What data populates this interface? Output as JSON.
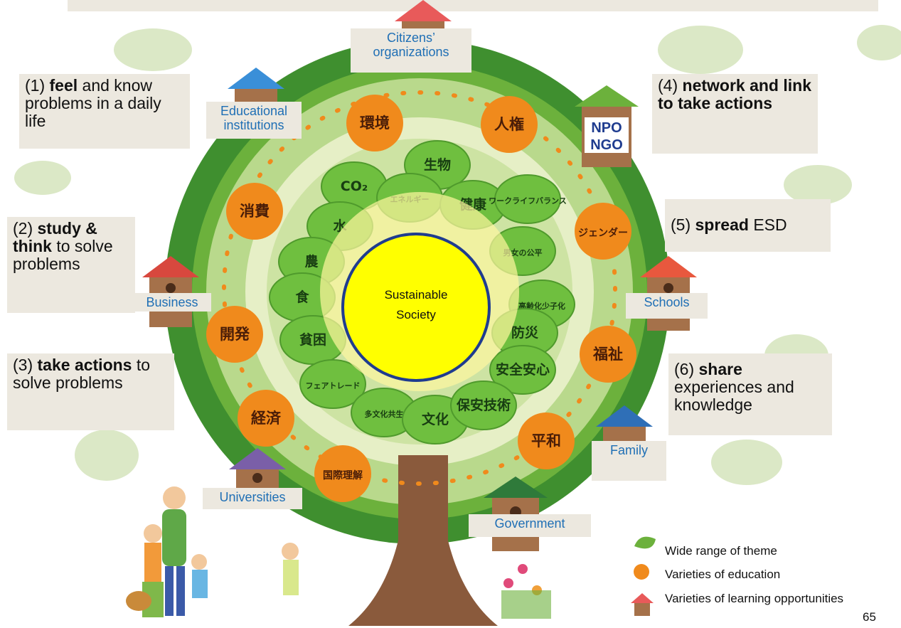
{
  "center": {
    "line1": "Sustainable",
    "line2": "Society"
  },
  "steps": [
    {
      "num": "(1)",
      "bold": "feel",
      "rest": " and know problems in a daily life"
    },
    {
      "num": "(2)",
      "bold": "study & think",
      "rest": " to solve problems"
    },
    {
      "num": "(3)",
      "bold": "take actions",
      "rest": " to solve problems"
    },
    {
      "num": "(4)",
      "bold": "network and link to take actions",
      "rest": ""
    },
    {
      "num": "(5)",
      "bold": "spread",
      "rest": " ESD"
    },
    {
      "num": "(6)",
      "bold": "share",
      "rest": " experiences and knowledge"
    }
  ],
  "opportunities": {
    "citizens": "Citizens’ organizations",
    "educational": "Educational institutions",
    "npo": "NPO",
    "ngo": "NGO",
    "business": "Business",
    "schools": "Schools",
    "family": "Family",
    "universities": "Universities",
    "government": "Government"
  },
  "education": [
    "環境",
    "人権",
    "消費",
    "ジェンダー",
    "開発",
    "福祉",
    "経済",
    "平和",
    "国際理解"
  ],
  "themes": [
    "生物",
    "CO₂",
    "エネルギー",
    "健康",
    "ワークライフバランス",
    "水",
    "男女の公平",
    "農",
    "高齢化少子化",
    "食",
    "防災",
    "貧困",
    "安全安心",
    "フェアトレード",
    "多文化共生",
    "文化",
    "保安技術"
  ],
  "legend": {
    "leaf": "Wide range of theme",
    "orange": "Varieties of education",
    "house": "Varieties of learning opportunities"
  },
  "page_number": "65",
  "colors": {
    "leaf": "#6fbf3f",
    "orange": "#f08a1c",
    "center": "#ffff00",
    "panel": "#ece8df",
    "tag_text": "#1f6fb5"
  }
}
